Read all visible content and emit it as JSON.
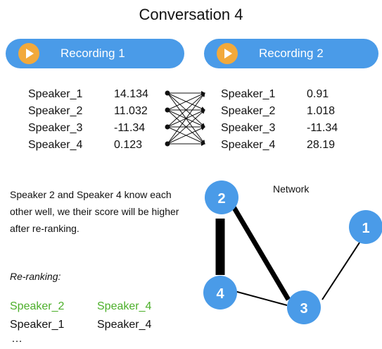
{
  "title": "Conversation 4",
  "recordings": [
    {
      "label": "Recording 1",
      "scores": [
        {
          "speaker": "Speaker_1",
          "value": "14.134"
        },
        {
          "speaker": "Speaker_2",
          "value": "11.032"
        },
        {
          "speaker": "Speaker_3",
          "value": "-11.34"
        },
        {
          "speaker": "Speaker_4",
          "value": "0.123"
        }
      ]
    },
    {
      "label": "Recording 2",
      "scores": [
        {
          "speaker": "Speaker_1",
          "value": "0.91"
        },
        {
          "speaker": "Speaker_2",
          "value": "1.018"
        },
        {
          "speaker": "Speaker_3",
          "value": "-11.34"
        },
        {
          "speaker": "Speaker_4",
          "value": "28.19"
        }
      ]
    }
  ],
  "note": "Speaker 2 and Speaker 4 know each other well, we their score will be higher after re-ranking.",
  "reranking": {
    "title": "Re-ranking:",
    "rows": [
      {
        "a": "Speaker_2",
        "b": "Speaker_4",
        "highlight": true
      },
      {
        "a": "Speaker_1",
        "b": "Speaker_4",
        "highlight": false
      }
    ],
    "ellipsis": "…"
  },
  "network": {
    "title": "Network",
    "nodes": [
      "1",
      "2",
      "3",
      "4"
    ],
    "edges": [
      {
        "from": "2",
        "to": "4",
        "weight": "strongest"
      },
      {
        "from": "2",
        "to": "3",
        "weight": "strong"
      },
      {
        "from": "4",
        "to": "3",
        "weight": "thin"
      },
      {
        "from": "3",
        "to": "1",
        "weight": "thin"
      }
    ]
  },
  "colors": {
    "button": "#4a9be8",
    "play": "#f2a93b",
    "node": "#4a9be8",
    "highlight": "#4caf2a"
  }
}
